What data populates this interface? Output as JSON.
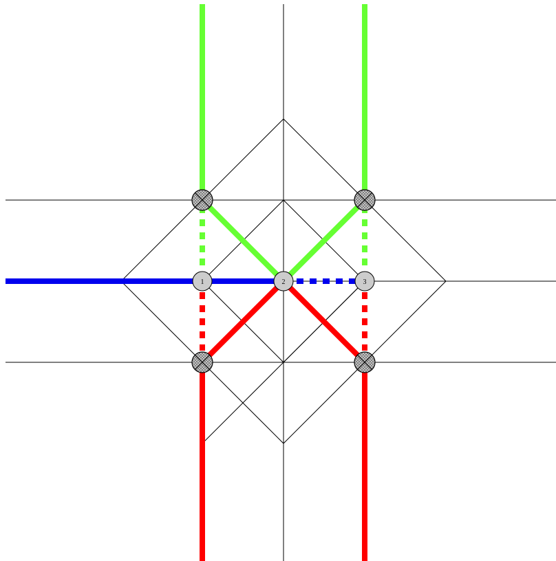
{
  "colors": {
    "background": "#ffffff",
    "grid_line": "#000000",
    "green_path": "#66ff33",
    "blue_path": "#0000ee",
    "red_path": "#ff0000",
    "node_fill": "#cccccc",
    "node_stroke": "#000000"
  },
  "nodes": [
    {
      "id": "node-1",
      "label": "1"
    },
    {
      "id": "node-2",
      "label": "2"
    },
    {
      "id": "node-3",
      "label": "3"
    }
  ],
  "crossed_nodes": [
    {
      "id": "crossed-node-top-left",
      "icon": "crossed-circle-icon"
    },
    {
      "id": "crossed-node-top-right",
      "icon": "crossed-circle-icon"
    },
    {
      "id": "crossed-node-bottom-left",
      "icon": "crossed-circle-icon"
    },
    {
      "id": "crossed-node-bottom-right",
      "icon": "crossed-circle-icon"
    }
  ]
}
